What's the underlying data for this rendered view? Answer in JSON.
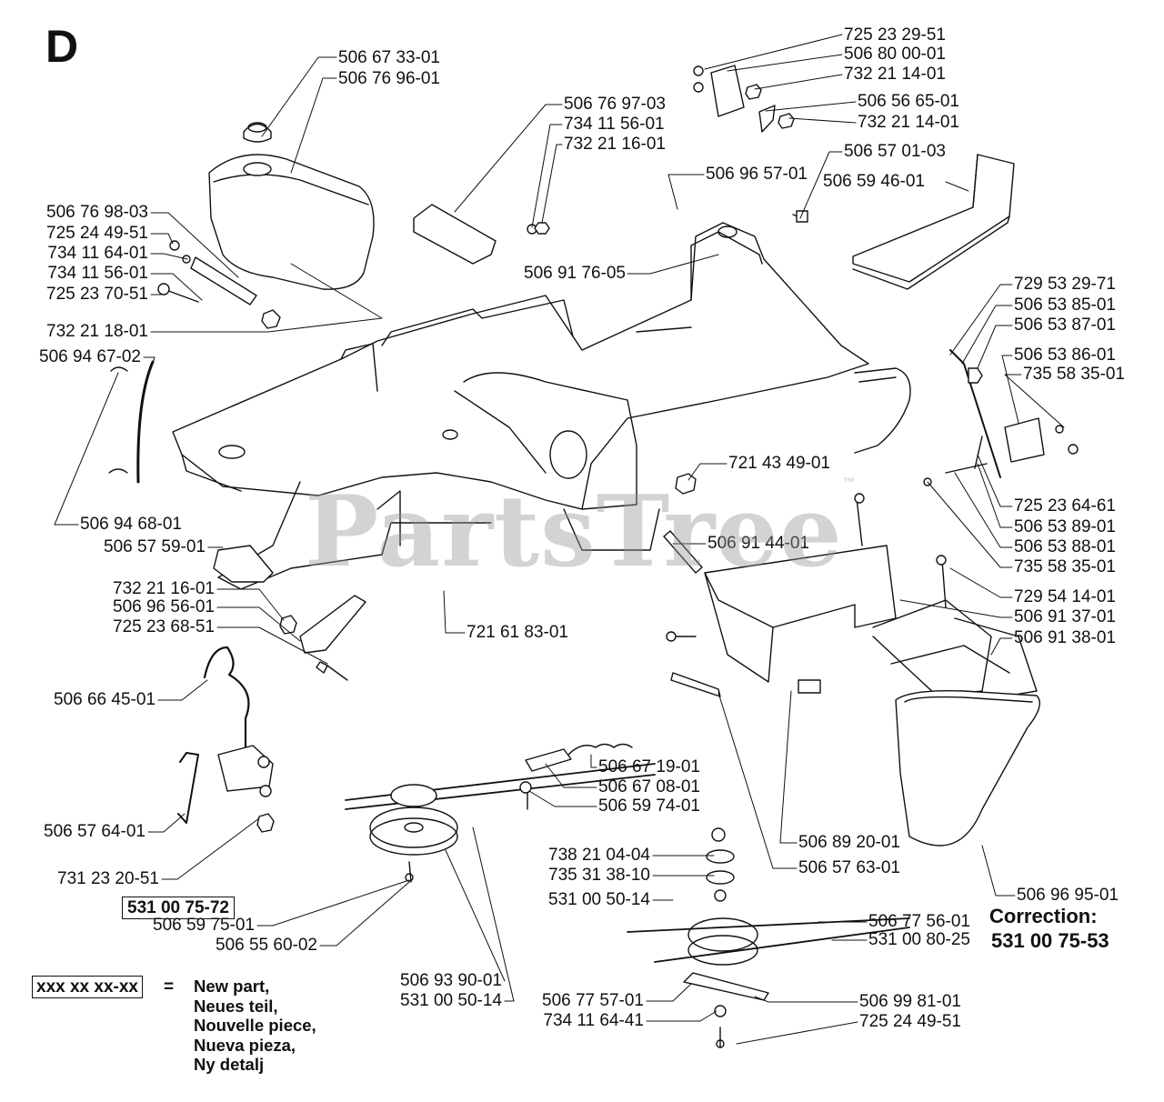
{
  "sheet_letter": "D",
  "watermark": "PartsTree",
  "watermark_tm": "™",
  "callouts": [
    {
      "id": "506-67-33-01",
      "text": "506 67 33-01",
      "side": "L"
    },
    {
      "id": "506-76-96-01",
      "text": "506 76 96-01",
      "side": "L"
    },
    {
      "id": "725-23-29-51",
      "text": "725 23 29-51",
      "side": "L"
    },
    {
      "id": "506-80-00-01",
      "text": "506 80 00-01",
      "side": "L"
    },
    {
      "id": "732-21-14-01-a",
      "text": "732 21 14-01",
      "side": "L"
    },
    {
      "id": "506-56-65-01",
      "text": "506 56 65-01",
      "side": "L"
    },
    {
      "id": "732-21-14-01-b",
      "text": "732 21 14-01",
      "side": "L"
    },
    {
      "id": "506-76-97-03",
      "text": "506 76 97-03",
      "side": "L"
    },
    {
      "id": "734-11-56-01-a",
      "text": "734 11 56-01",
      "side": "L"
    },
    {
      "id": "732-21-16-01-a",
      "text": "732 21 16-01",
      "side": "L"
    },
    {
      "id": "506-57-01-03",
      "text": "506 57 01-03",
      "side": "L"
    },
    {
      "id": "506-59-46-01",
      "text": "506 59 46-01",
      "side": "L"
    },
    {
      "id": "506-96-57-01",
      "text": "506 96 57-01",
      "side": "L"
    },
    {
      "id": "506-76-98-03",
      "text": "506 76 98-03",
      "side": "R"
    },
    {
      "id": "725-24-49-51-a",
      "text": "725 24 49-51",
      "side": "R"
    },
    {
      "id": "734-11-64-01",
      "text": "734 11 64-01",
      "side": "R"
    },
    {
      "id": "734-11-56-01-b",
      "text": "734 11 56-01",
      "side": "R"
    },
    {
      "id": "725-23-70-51",
      "text": "725 23 70-51",
      "side": "R"
    },
    {
      "id": "732-21-18-01",
      "text": "732 21 18-01",
      "side": "R"
    },
    {
      "id": "506-91-76-05",
      "text": "506 91 76-05",
      "side": "R"
    },
    {
      "id": "729-53-29-71",
      "text": "729 53 29-71",
      "side": "L"
    },
    {
      "id": "506-53-85-01",
      "text": "506 53 85-01",
      "side": "L"
    },
    {
      "id": "506-53-87-01",
      "text": "506 53 87-01",
      "side": "L"
    },
    {
      "id": "506-94-67-02",
      "text": "506 94 67-02",
      "side": "R"
    },
    {
      "id": "506-53-86-01",
      "text": "506 53 86-01",
      "side": "L"
    },
    {
      "id": "735-58-35-01-a",
      "text": "735 58 35-01",
      "side": "L"
    },
    {
      "id": "721-43-49-01",
      "text": "721 43 49-01",
      "side": "L"
    },
    {
      "id": "725-23-64-61",
      "text": "725 23 64-61",
      "side": "L"
    },
    {
      "id": "506-94-68-01",
      "text": "506 94 68-01",
      "side": "L"
    },
    {
      "id": "506-53-89-01",
      "text": "506 53 89-01",
      "side": "L"
    },
    {
      "id": "506-57-59-01",
      "text": "506 57 59-01",
      "side": "R"
    },
    {
      "id": "506-91-44-01",
      "text": "506 91 44-01",
      "side": "L"
    },
    {
      "id": "506-53-88-01",
      "text": "506 53 88-01",
      "side": "L"
    },
    {
      "id": "735-58-35-01-b",
      "text": "735 58 35-01",
      "side": "L"
    },
    {
      "id": "732-21-16-01-b",
      "text": "732 21 16-01",
      "side": "R"
    },
    {
      "id": "729-54-14-01",
      "text": "729 54 14-01",
      "side": "L"
    },
    {
      "id": "506-96-56-01",
      "text": "506 96 56-01",
      "side": "R"
    },
    {
      "id": "506-91-37-01",
      "text": "506 91 37-01",
      "side": "L"
    },
    {
      "id": "721-61-83-01",
      "text": "721 61 83-01",
      "side": "L"
    },
    {
      "id": "725-23-68-51",
      "text": "725 23 68-51",
      "side": "R"
    },
    {
      "id": "506-91-38-01",
      "text": "506 91 38-01",
      "side": "L"
    },
    {
      "id": "506-66-45-01",
      "text": "506 66 45-01",
      "side": "R"
    },
    {
      "id": "506-67-19-01",
      "text": "506 67 19-01",
      "side": "L"
    },
    {
      "id": "506-67-08-01",
      "text": "506 67 08-01",
      "side": "L"
    },
    {
      "id": "506-59-74-01",
      "text": "506 59 74-01",
      "side": "L"
    },
    {
      "id": "506-57-64-01",
      "text": "506 57 64-01",
      "side": "R"
    },
    {
      "id": "506-89-20-01",
      "text": "506 89 20-01",
      "side": "L"
    },
    {
      "id": "738-21-04-04",
      "text": "738 21 04-04",
      "side": "R"
    },
    {
      "id": "735-31-38-10",
      "text": "735 31 38-10",
      "side": "R"
    },
    {
      "id": "506-57-63-01",
      "text": "506 57 63-01",
      "side": "L"
    },
    {
      "id": "731-23-20-51",
      "text": "731 23 20-51",
      "side": "R"
    },
    {
      "id": "531-00-50-14-a",
      "text": "531 00 50-14",
      "side": "R"
    },
    {
      "id": "506-96-95-01",
      "text": "506 96 95-01",
      "side": "L"
    },
    {
      "id": "506-59-75-01",
      "text": "506 59 75-01",
      "side": "R"
    },
    {
      "id": "506-77-56-01",
      "text": "506 77 56-01",
      "side": "L"
    },
    {
      "id": "531-00-80-25",
      "text": "531 00 80-25",
      "side": "L"
    },
    {
      "id": "506-55-60-02",
      "text": "506 55 60-02",
      "side": "R"
    },
    {
      "id": "506-93-90-01",
      "text": "506 93 90-01",
      "side": "R"
    },
    {
      "id": "531-00-50-14-b",
      "text": "531 00 50-14",
      "side": "R"
    },
    {
      "id": "506-77-57-01",
      "text": "506 77 57-01",
      "side": "R"
    },
    {
      "id": "506-99-81-01",
      "text": "506 99 81-01",
      "side": "L"
    },
    {
      "id": "734-11-64-41",
      "text": "734 11 64-41",
      "side": "R"
    },
    {
      "id": "725-24-49-51-b",
      "text": "725 24 49-51",
      "side": "L"
    }
  ],
  "new_part_label": "531 00 75-72",
  "correction": {
    "title": "Correction:",
    "value": "531 00 75-53"
  },
  "legend": {
    "code": "xxx xx xx-xx",
    "equals": "=",
    "lines": [
      "New part,",
      "Neues teil,",
      "Nouvelle piece,",
      "Nueva pieza,",
      "Ny detalj"
    ]
  }
}
